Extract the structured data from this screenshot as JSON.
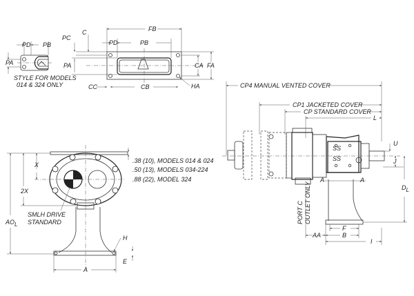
{
  "title": "Pump dimensional drawing",
  "top_left_view": {
    "pd": "PD",
    "pb": "PB",
    "pa": "PA",
    "note_line1": "STYLE FOR MODELS",
    "note_line2": "014 & 324 ONLY"
  },
  "top_view": {
    "c": "C",
    "fb": "FB",
    "pc": "PC",
    "pd": "PD",
    "pb": "PB",
    "pa": "PA",
    "ca": "CA",
    "fa": "FA",
    "cc": "CC",
    "cb": "CB",
    "ha": "HA"
  },
  "front_view": {
    "x": "X",
    "two_x": "2X",
    "ao": "AO",
    "ao_sub": "L",
    "drive_line1": "SMLH DRIVE",
    "drive_line2": "STANDARD",
    "flange_notes": [
      ".38 (10), MODELS 014 & 024",
      ".50 (13), MODELS 034-224",
      ".88 (22), MODEL 324"
    ],
    "h": "H",
    "e": "E",
    "a": "A"
  },
  "side_view": {
    "cp4": "CP4  MANUAL VENTED COVER",
    "cp1": "CP1 JACKETED COVER",
    "cp": "CP STANDARD COVER",
    "l": "L",
    "u": "U",
    "j": "J",
    "d": "D",
    "d_sub": "L",
    "ss1": "SS",
    "ss2": "SS",
    "section_a1": "A",
    "section_a2": "A",
    "port": "PORT C",
    "outlet": "OUTLET ONLY",
    "f": "F",
    "b": "B",
    "aa": "AA",
    "i": "I"
  }
}
